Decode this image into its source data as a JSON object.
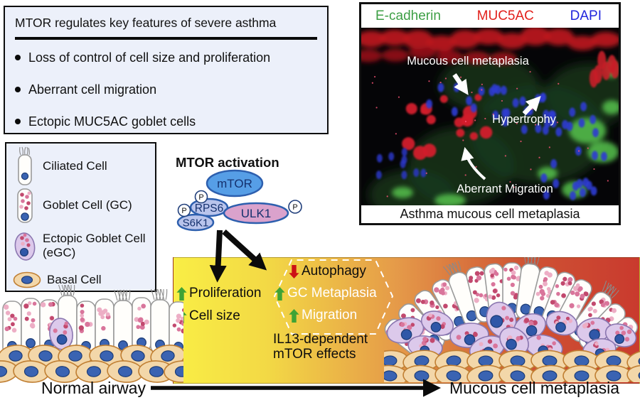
{
  "features_box": {
    "title": "MTOR regulates key features of severe asthma",
    "bullets": [
      "Loss of control of cell size and proliferation",
      "Aberrant cell migration",
      "Ectopic MUC5AC goblet cells"
    ]
  },
  "micrograph": {
    "stains": [
      {
        "label": "E-cadherin",
        "color": "#3d9f45"
      },
      {
        "label": "MUC5AC",
        "color": "#e2211c"
      },
      {
        "label": "DAPI",
        "color": "#2125dd"
      }
    ],
    "annotations": {
      "metaplasia": "Mucous cell metaplasia",
      "hypertrophy": "Hypertrophy",
      "migration": "Aberrant Migration"
    },
    "caption": "Asthma mucous cell metaplasia"
  },
  "legend": {
    "items": [
      {
        "label": "Ciliated Cell"
      },
      {
        "label": "Goblet Cell (GC)"
      },
      {
        "label": "Ectopic Goblet Cell\n(eGC)"
      },
      {
        "label": "Basal Cell"
      }
    ]
  },
  "mtor_complex": {
    "title": "MTOR activation",
    "nodes": [
      {
        "label": "mTOR",
        "color": "#569ee6"
      },
      {
        "label": "RPS6",
        "color": "#b9c4ec"
      },
      {
        "label": "S6K1",
        "color": "#b9c4ec"
      },
      {
        "label": "ULK1",
        "color": "#daa2cc"
      }
    ],
    "phospho": "P"
  },
  "effects_box": {
    "gradient": [
      "#f9ee45",
      "#f3d945",
      "#e59a49",
      "#cf5434",
      "#c93a2e"
    ],
    "up_color": "#3fa335",
    "down_color": "#cc1016",
    "left_effects": [
      {
        "label": "Proliferation",
        "direction": "up"
      },
      {
        "label": "Cell size",
        "direction": "up"
      }
    ],
    "hex_effects": [
      {
        "label": "Autophagy",
        "direction": "down"
      },
      {
        "label": "GC Metaplasia",
        "direction": "up"
      },
      {
        "label": "Migration",
        "direction": "up"
      }
    ],
    "hex_caption": "IL13-dependent\nmTOR effects"
  },
  "axis": {
    "left_label": "Normal airway",
    "right_label": "Mucous cell metaplasia"
  }
}
